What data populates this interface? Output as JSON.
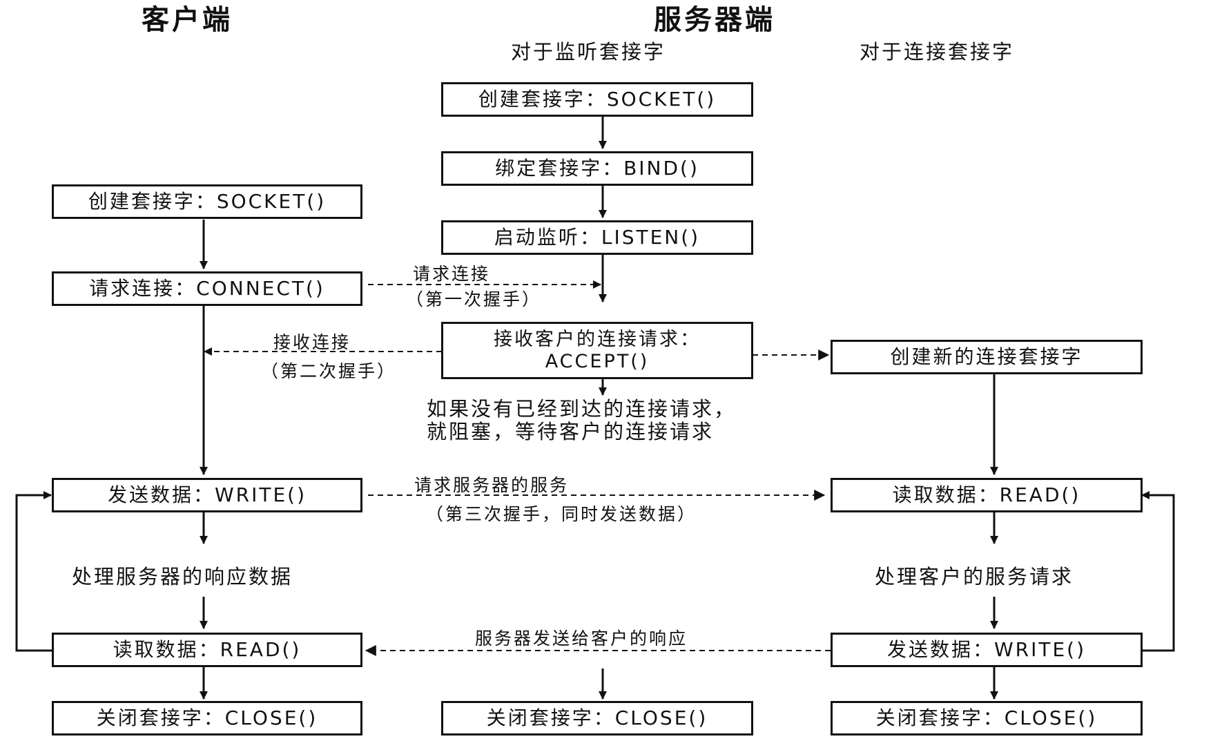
{
  "headings": {
    "client": "客户端",
    "server": "服务器端",
    "listen_socket": "对于监听套接字",
    "conn_socket": "对于连接套接字"
  },
  "server_listen": {
    "socket": "创建套接字：SOCKET()",
    "bind": "绑定套接字：BIND()",
    "listen": "启动监听：LISTEN()",
    "accept_line1": "接收客户的连接请求：",
    "accept_line2": "ACCEPT()",
    "block_line1": "如果没有已经到达的连接请求，",
    "block_line2": "就阻塞，等待客户的连接请求",
    "close": "关闭套接字：CLOSE()"
  },
  "client": {
    "socket": "创建套接字：SOCKET()",
    "connect": "请求连接：CONNECT()",
    "write": "发送数据：WRITE()",
    "process": "处理服务器的响应数据",
    "read": "读取数据：READ()",
    "close": "关闭套接字：CLOSE()"
  },
  "server_conn": {
    "new_socket": "创建新的连接套接字",
    "read": "读取数据：READ()",
    "process": "处理客户的服务请求",
    "write": "发送数据：WRITE()",
    "close": "关闭套接字：CLOSE()"
  },
  "messages": {
    "handshake1_line1": "请求连接",
    "handshake1_line2": "（第一次握手）",
    "handshake2_line1": "接收连接",
    "handshake2_line2": "（第二次握手）",
    "request_line1": "请求服务器的服务",
    "request_line2": "（第三次握手，同时发送数据）",
    "response": "服务器发送给客户的响应"
  },
  "colors": {
    "ink": "#111111",
    "background": "#ffffff"
  }
}
